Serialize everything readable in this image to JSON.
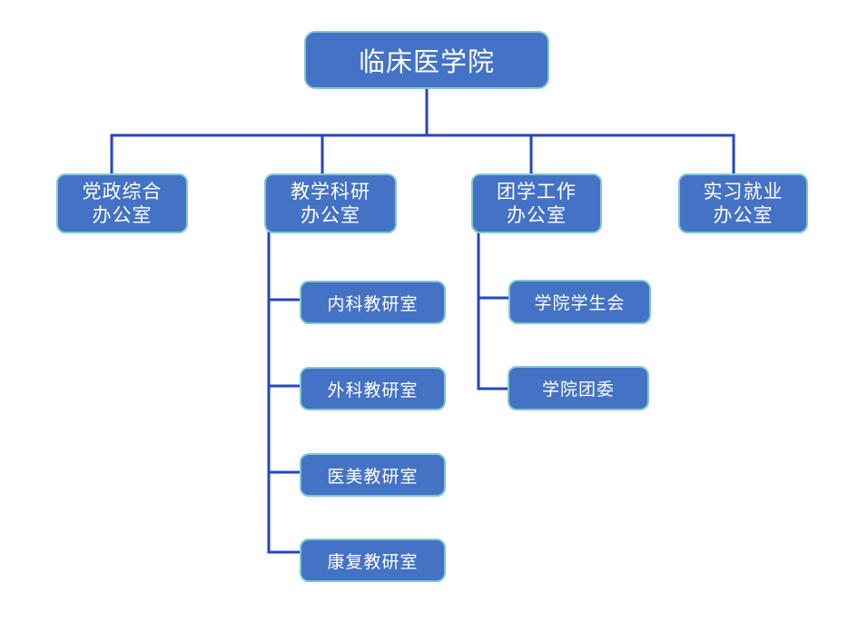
{
  "style": {
    "box_fill": "#4472C4",
    "box_border": "#7FC9CE",
    "connector_color": "#2346C3",
    "text_color": "#FFFFFF",
    "background": "#FFFFFF"
  },
  "org": {
    "root": "临床医学院",
    "departments": [
      {
        "name": "党政综合\n办公室",
        "children": []
      },
      {
        "name": "教学科研\n办公室",
        "children": [
          "内科教研室",
          "外科教研室",
          "医美教研室",
          "康复教研室"
        ]
      },
      {
        "name": "团学工作\n办公室",
        "children": [
          "学院学生会",
          "学院团委"
        ]
      },
      {
        "name": "实习就业\n办公室",
        "children": []
      }
    ]
  }
}
